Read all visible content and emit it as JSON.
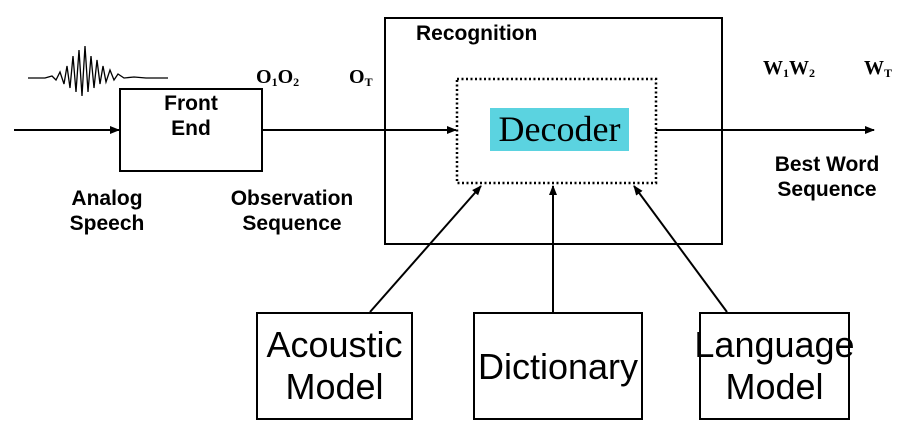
{
  "front_end": {
    "line1": "Front",
    "line2": "End"
  },
  "recognition": {
    "title": "Recognition"
  },
  "decoder": {
    "label": "Decoder",
    "fill": "#5bd3e0"
  },
  "observations": {
    "o1": "O",
    "o1_sub": "1",
    "o2": "O",
    "o2_sub": "2",
    "ot": "O",
    "ot_sub": "T"
  },
  "words": {
    "w1": "W",
    "w1_sub": "1",
    "w2": "W",
    "w2_sub": "2",
    "wt": "W",
    "wt_sub": "T"
  },
  "captions": {
    "analog_line1": "Analog",
    "analog_line2": "Speech",
    "observation_line1": "Observation",
    "observation_line2": "Sequence",
    "best_line1": "Best Word",
    "best_line2": "Sequence"
  },
  "knowledge_sources": [
    {
      "line1": "Acoustic",
      "line2": "Model"
    },
    {
      "line1": "Dictionary",
      "line2": ""
    },
    {
      "line1": "Language",
      "line2": "Model"
    }
  ]
}
